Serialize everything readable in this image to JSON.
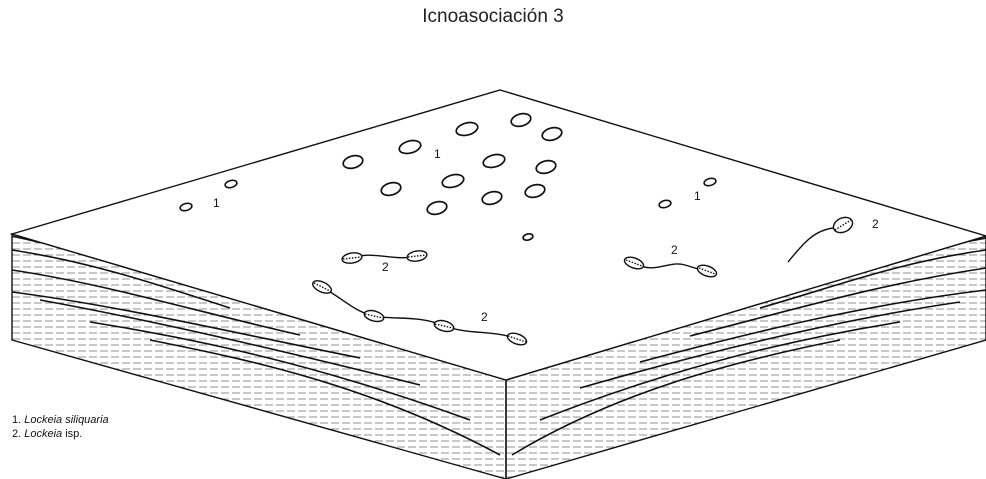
{
  "title": "Icnoasociación 3",
  "trace_labels": {
    "siliquaria": "1",
    "isp": "2"
  },
  "legend": [
    {
      "number": "1.",
      "genus": "Lockeia",
      "species": "siliquaria",
      "suffix": ""
    },
    {
      "number": "2.",
      "genus": "Lockeia",
      "species": "",
      "suffix": "isp."
    }
  ],
  "colors": {
    "line": "#111111",
    "sediment_dash": "#777777",
    "background": "#ffffff"
  }
}
